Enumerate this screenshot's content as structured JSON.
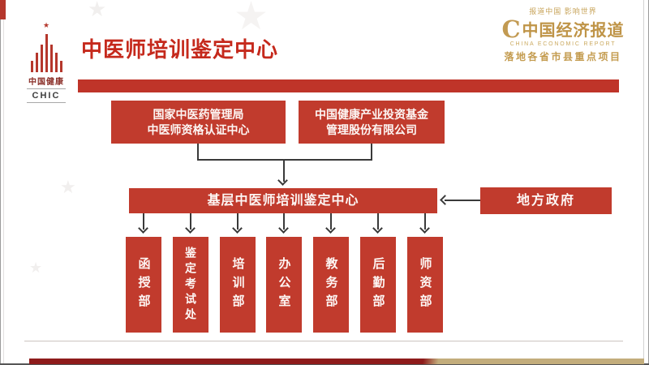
{
  "slide": {
    "header": {
      "title": "中医师培训鉴定中心",
      "brand_logo": {
        "star": "★",
        "cn": "中国健康",
        "acronym": "CHIC"
      },
      "media_logo": {
        "calligraphy": "报道中国 影响世界",
        "c_mark": "C",
        "name": "中国经济报道",
        "name_en": "CHINA ECONOMIC REPORT",
        "tagline": "落地各省市县重点项目"
      }
    },
    "org_chart": {
      "parents": [
        {
          "line1": "国家中医药管理局",
          "line2": "中医师资格认证中心"
        },
        {
          "line1": "中国健康产业投资基金",
          "line2": "管理股份有限公司"
        }
      ],
      "center": "基层中医师培训鉴定中心",
      "external": "地方政府",
      "departments": [
        "函授部",
        "鉴定考试处",
        "培训部",
        "办公室",
        "教务部",
        "后勤部",
        "师资部"
      ]
    },
    "colors": {
      "box_red": "#c13b2d",
      "divider_red": "#bf3429",
      "title_red": "#c5291c",
      "logo_gold": "#bf9447",
      "footer_red": "#8e1b1b",
      "footer_gold": "#c3ad7c",
      "connector_dark": "#3a3a3a"
    },
    "watermark": {
      "star": "★"
    }
  }
}
